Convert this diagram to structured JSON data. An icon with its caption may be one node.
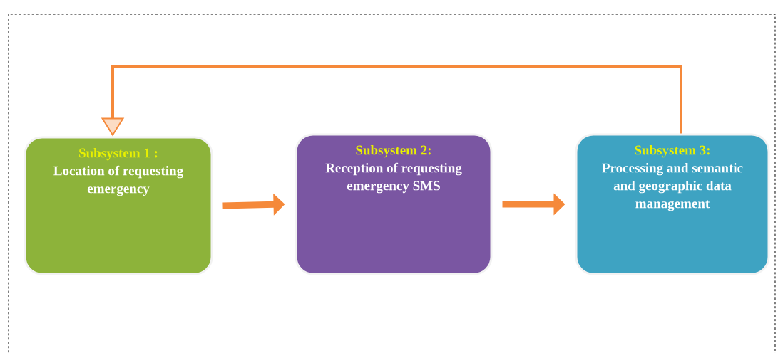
{
  "diagram": {
    "nodes": [
      {
        "text": [
          "Subsystem 1 :",
          "Location of requesting emergency"
        ]
      },
      {
        "text": [
          "Subsystem 2:",
          "Reception of requesting emergency SMS"
        ]
      },
      {
        "text": [
          "Subsystem 3:",
          "Processing and semantic and geographic data management"
        ]
      }
    ],
    "edges": [
      {
        "from": 0,
        "to": 1,
        "arrow": "to"
      },
      {
        "from": 1,
        "to": 2,
        "arrow": "to"
      },
      {
        "from": 2,
        "to": 0,
        "arrow": "to"
      }
    ]
  }
}
